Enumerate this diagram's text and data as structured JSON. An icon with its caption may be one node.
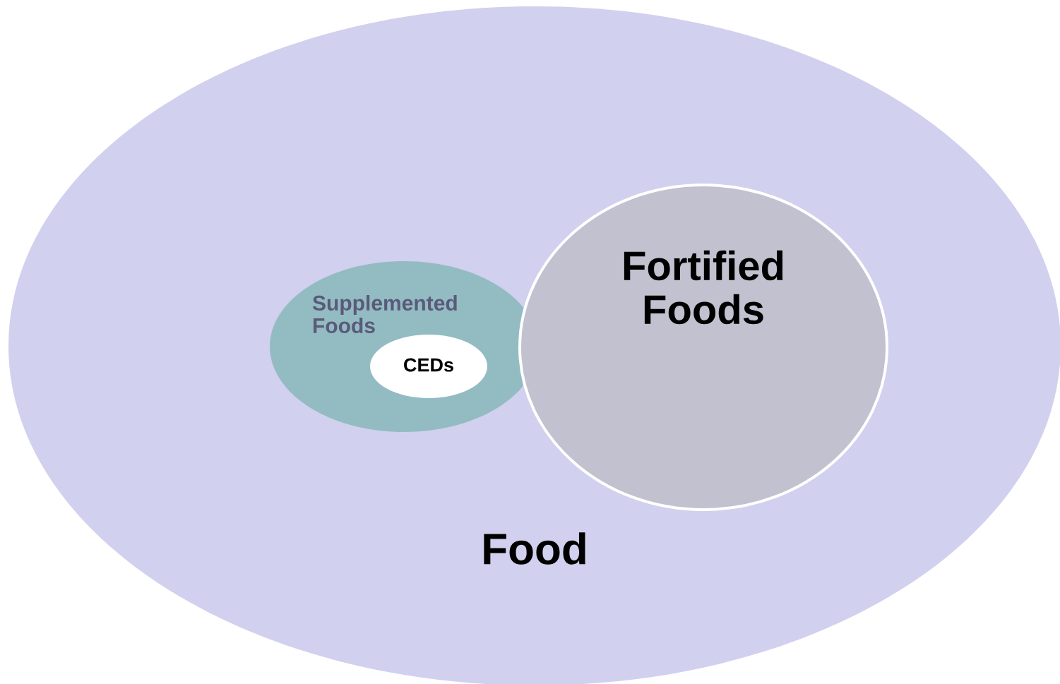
{
  "diagram": {
    "nodes": [
      {
        "text": [
          "Food"
        ]
      },
      {
        "text": [
          "Supplemented Foods"
        ],
        "in": 0
      },
      {
        "text": [
          "CEDs"
        ],
        "in": 1
      },
      {
        "text": [
          "Fortified Foods"
        ],
        "in": 0
      }
    ]
  }
}
